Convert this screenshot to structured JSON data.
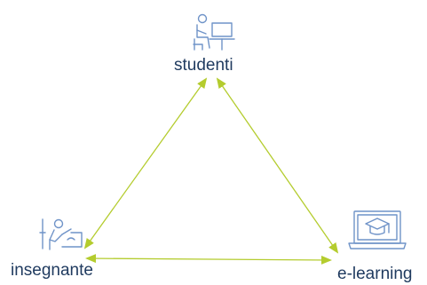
{
  "diagram": {
    "nodes": [
      {
        "id": "studenti",
        "label": "studenti",
        "icon": "student-at-computer-icon"
      },
      {
        "id": "insegnante",
        "label": "insegnante",
        "icon": "teacher-pointing-icon"
      },
      {
        "id": "e-learning",
        "label": "e-learning",
        "icon": "laptop-graduation-cap-icon"
      }
    ],
    "edges": [
      {
        "from": "studenti",
        "to": "insegnante",
        "direction": "both"
      },
      {
        "from": "studenti",
        "to": "e-learning",
        "direction": "both"
      },
      {
        "from": "insegnante",
        "to": "e-learning",
        "direction": "both"
      }
    ]
  },
  "colors": {
    "arrow": "#b4cc2e",
    "icon": "#6f93c8",
    "label": "#1f3a5f"
  }
}
